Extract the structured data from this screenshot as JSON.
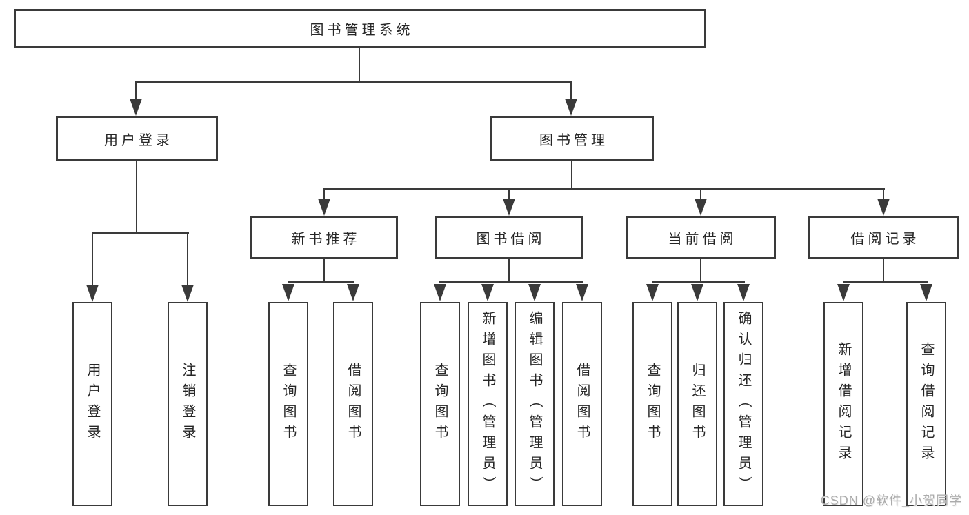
{
  "diagram": {
    "root": {
      "label": "图书管理系统"
    },
    "branches": [
      {
        "label": "用户登录",
        "children": [
          {
            "label": "用户登录"
          },
          {
            "label": "注销登录"
          }
        ]
      },
      {
        "label": "图书管理",
        "groups": [
          {
            "label": "新书推荐",
            "children": [
              {
                "label": "查询图书"
              },
              {
                "label": "借阅图书"
              }
            ]
          },
          {
            "label": "图书借阅",
            "children": [
              {
                "label": "查询图书"
              },
              {
                "label": "新增图书（管理员）"
              },
              {
                "label": "编辑图书（管理员）"
              },
              {
                "label": "借阅图书"
              }
            ]
          },
          {
            "label": "当前借阅",
            "children": [
              {
                "label": "查询图书"
              },
              {
                "label": "归还图书"
              },
              {
                "label": "确认归还（管理员）"
              }
            ]
          },
          {
            "label": "借阅记录",
            "children": [
              {
                "label": "新增借阅记录"
              },
              {
                "label": "查询借阅记录"
              }
            ]
          }
        ]
      }
    ]
  },
  "watermark": {
    "text": "CSDN @软件_小贺同学"
  },
  "colors": {
    "line": "#3a3a3a",
    "text": "#262626",
    "box_bg": "#ffffff",
    "background": "#ffffff",
    "watermark": "#ababab"
  }
}
